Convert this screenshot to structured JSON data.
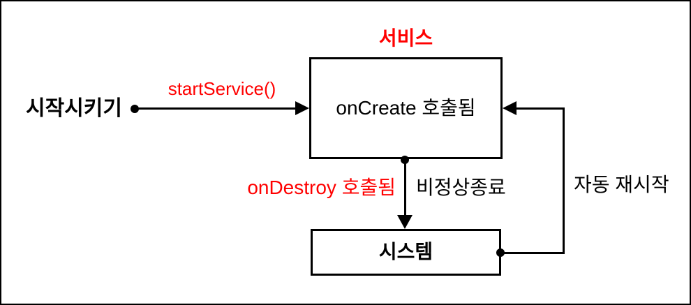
{
  "colors": {
    "accent": "#ff0000",
    "line": "#000000",
    "bg": "#ffffff"
  },
  "diagram": {
    "service_title": "서비스",
    "service_box_label": "onCreate 호출됨",
    "system_box_label": "시스템",
    "start_label": "시작시키기",
    "start_service_label": "startService()",
    "on_destroy_label": "onDestroy 호출됨",
    "abnormal_exit_label": "비정상종료",
    "auto_restart_label": "자동 재시작"
  }
}
